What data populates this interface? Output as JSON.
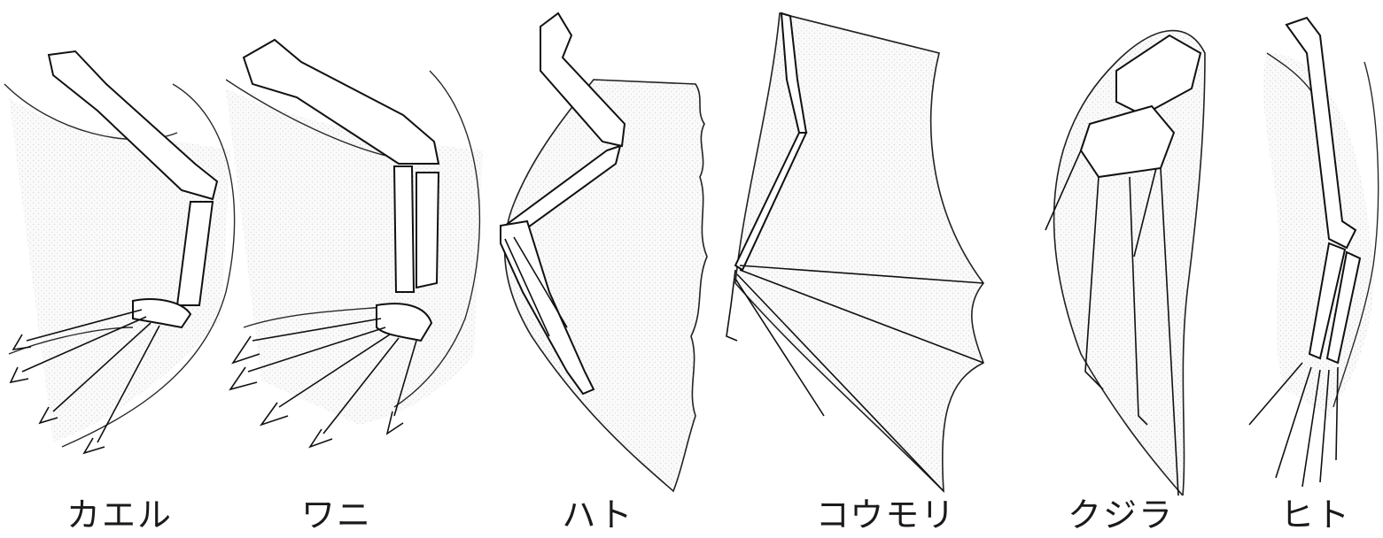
{
  "animals": [
    {
      "label": "カエル",
      "limb_icon": "frog-forelimb-icon"
    },
    {
      "label": "ワニ",
      "limb_icon": "crocodile-forelimb-icon"
    },
    {
      "label": "ハト",
      "limb_icon": "pigeon-wing-icon"
    },
    {
      "label": "コウモリ",
      "limb_icon": "bat-wing-icon"
    },
    {
      "label": "クジラ",
      "limb_icon": "whale-flipper-icon"
    },
    {
      "label": "ヒト",
      "limb_icon": "human-arm-icon"
    }
  ]
}
